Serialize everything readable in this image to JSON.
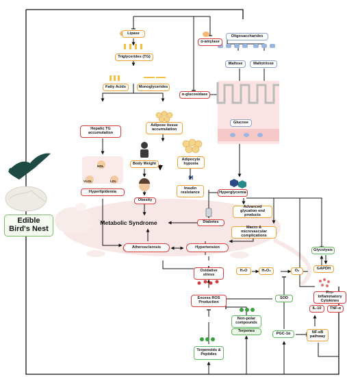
{
  "title": "Edible Bird's Nest",
  "nodes": {
    "lipase": "Lipase",
    "triglycerides": "Triglycerides (TG)",
    "fatty_acids": "Fatty Acids",
    "monoglycerides": "Monoglycerides",
    "amylase": "α-amylase",
    "oligosaccharides": "Oligosaccharides",
    "maltose": "Maltose",
    "maltotriose": "Maltotriose",
    "glucosidase": "α-glucosidase",
    "glucose": "Glucose",
    "hepatic_tg": "Hepatic TG accumulation",
    "adipose": "Adipose tissue accumulation",
    "body_weight": "Body Weight",
    "adipocyte": "Adipocyte hypoxia",
    "hdl": "HDL",
    "vldl": "VLDL",
    "ldl": "LDL",
    "hyperlipidemia": "Hyperlipidemia",
    "obesity": "Obesity",
    "insulin": "Insulin resistance",
    "hyperglycemia": "Hyperglycemia",
    "age": "Advanced glycation end products",
    "diabetes": "Diabetes",
    "metabolic": "Metabolic Syndrome",
    "macro": "Macro & microvascular complications",
    "atherosclerosis": "Atherosclerosis",
    "hypertension": "Hypertension",
    "glycolysis": "Glycolysis",
    "gapdh": "GAPDH",
    "h2o": "H₂O",
    "h2o2": "H₂O₂",
    "o2": "O₂",
    "oxidative": "Oxidative stress",
    "ros": "Excess ROS Production",
    "sod": "SOD",
    "pro_inflammatory": "Pro-Inflammatory Cytokines",
    "il10": "IL-10",
    "tnfa": "TNF-α",
    "nonpolar": "Non-polar compounds",
    "terpenes": "Terpenes",
    "pgc": "PGC-1α",
    "nfkb": "NF-κB pathway",
    "terpenoids": "Terpenoids & Peptides"
  },
  "colors": {
    "orange": "#f0a030",
    "red": "#d83a3a",
    "green": "#5cb85c",
    "blue": "#8aa2c8",
    "line": "#111111"
  }
}
